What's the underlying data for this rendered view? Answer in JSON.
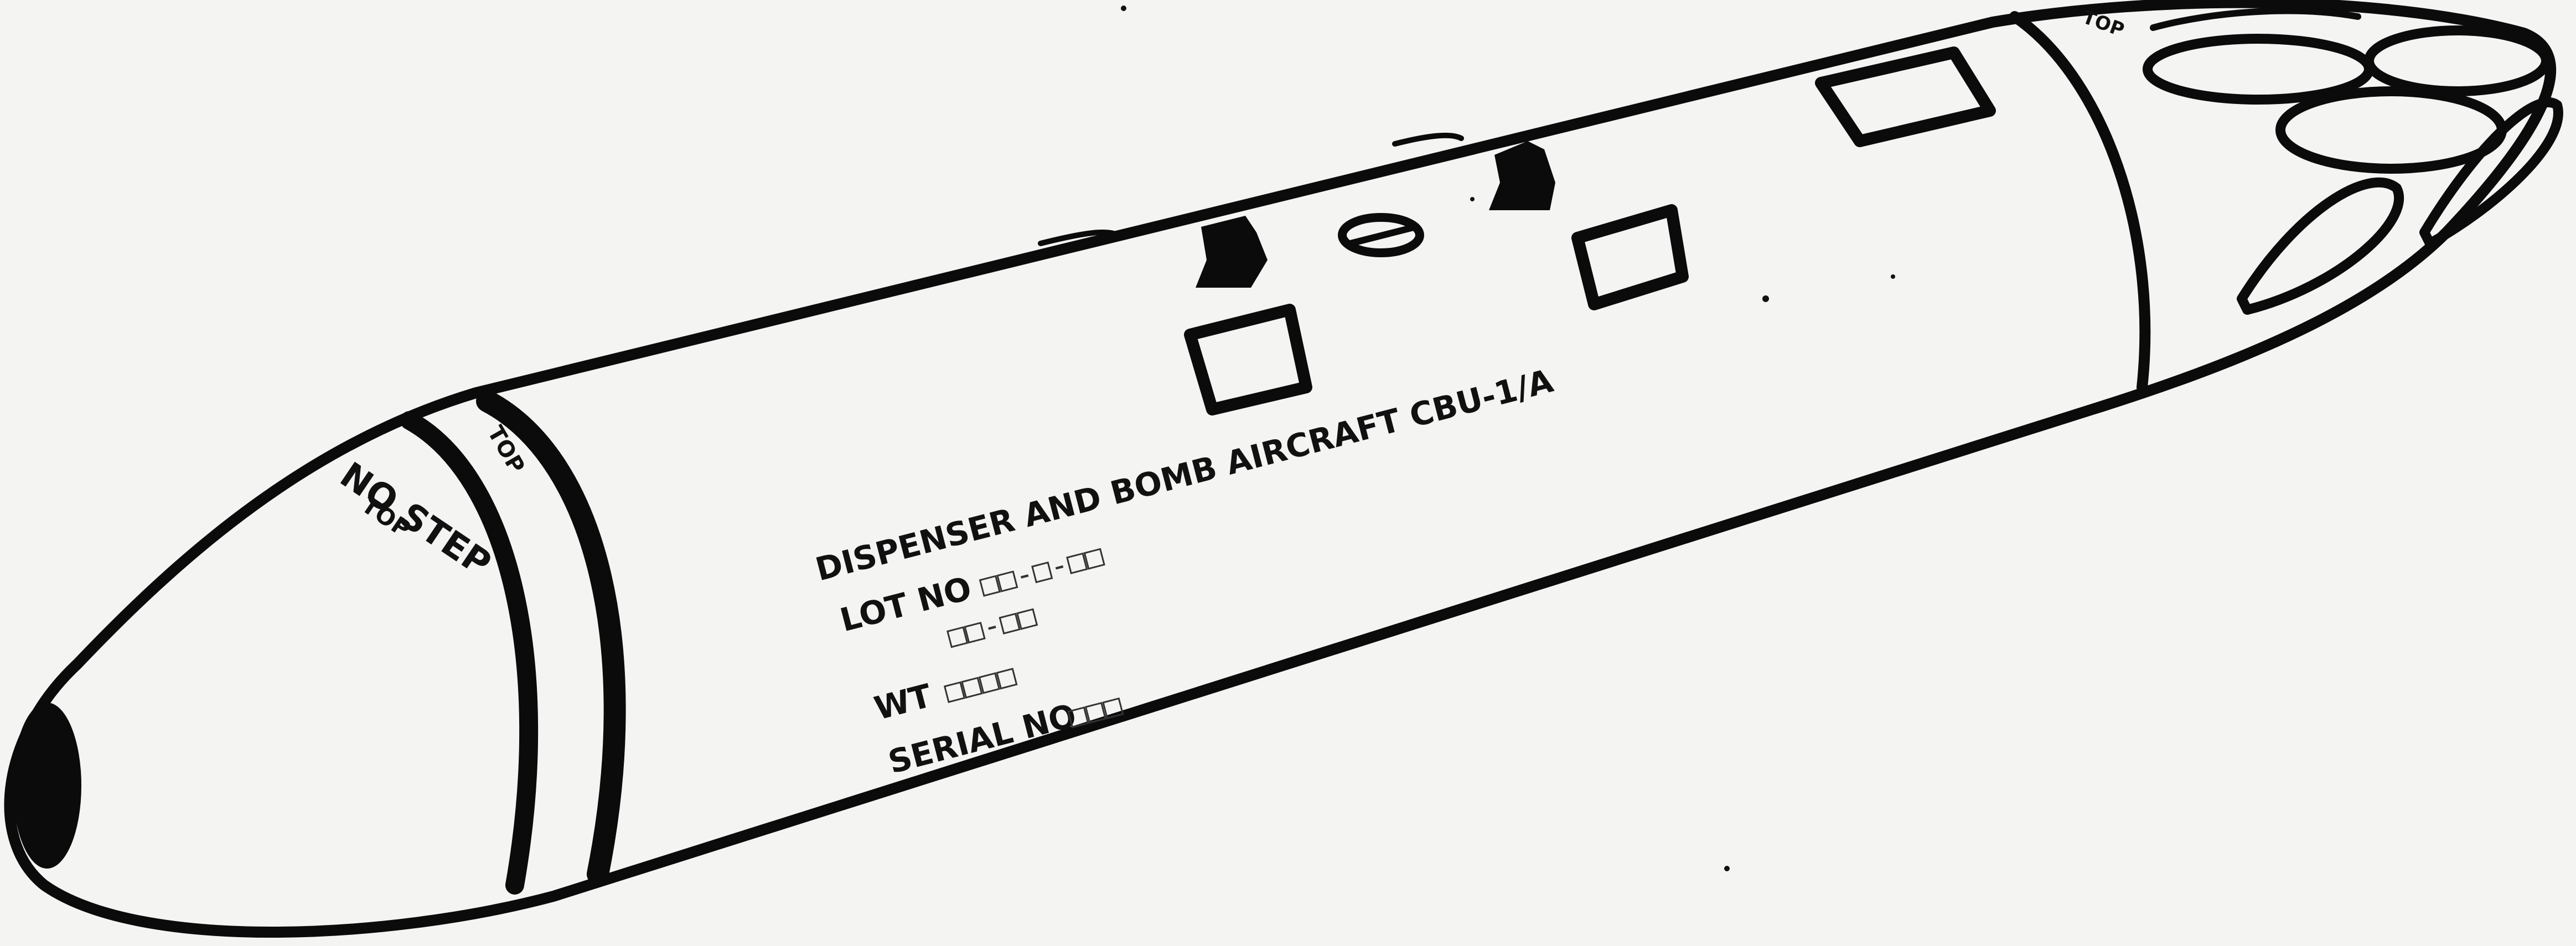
{
  "markings": {
    "title": "DISPENSER AND BOMB AIRCRAFT CBU-1/A",
    "lot_label": "LOT NO",
    "lot_placeholder": "□□-□-□□",
    "lot_line2_placeholder": "□□-□□",
    "wt_label": "WT",
    "wt_placeholder": "□□□□",
    "serial_label": "SERIAL NO",
    "serial_placeholder": "□□□",
    "nose_warning": "NO STEP",
    "nose_top": "TOP",
    "band_top": "TOP",
    "tail_marking": "TOP"
  },
  "colors": {
    "ink": "#0b0b0b",
    "paper": "#f4f4f2",
    "body": "#ffffff"
  }
}
